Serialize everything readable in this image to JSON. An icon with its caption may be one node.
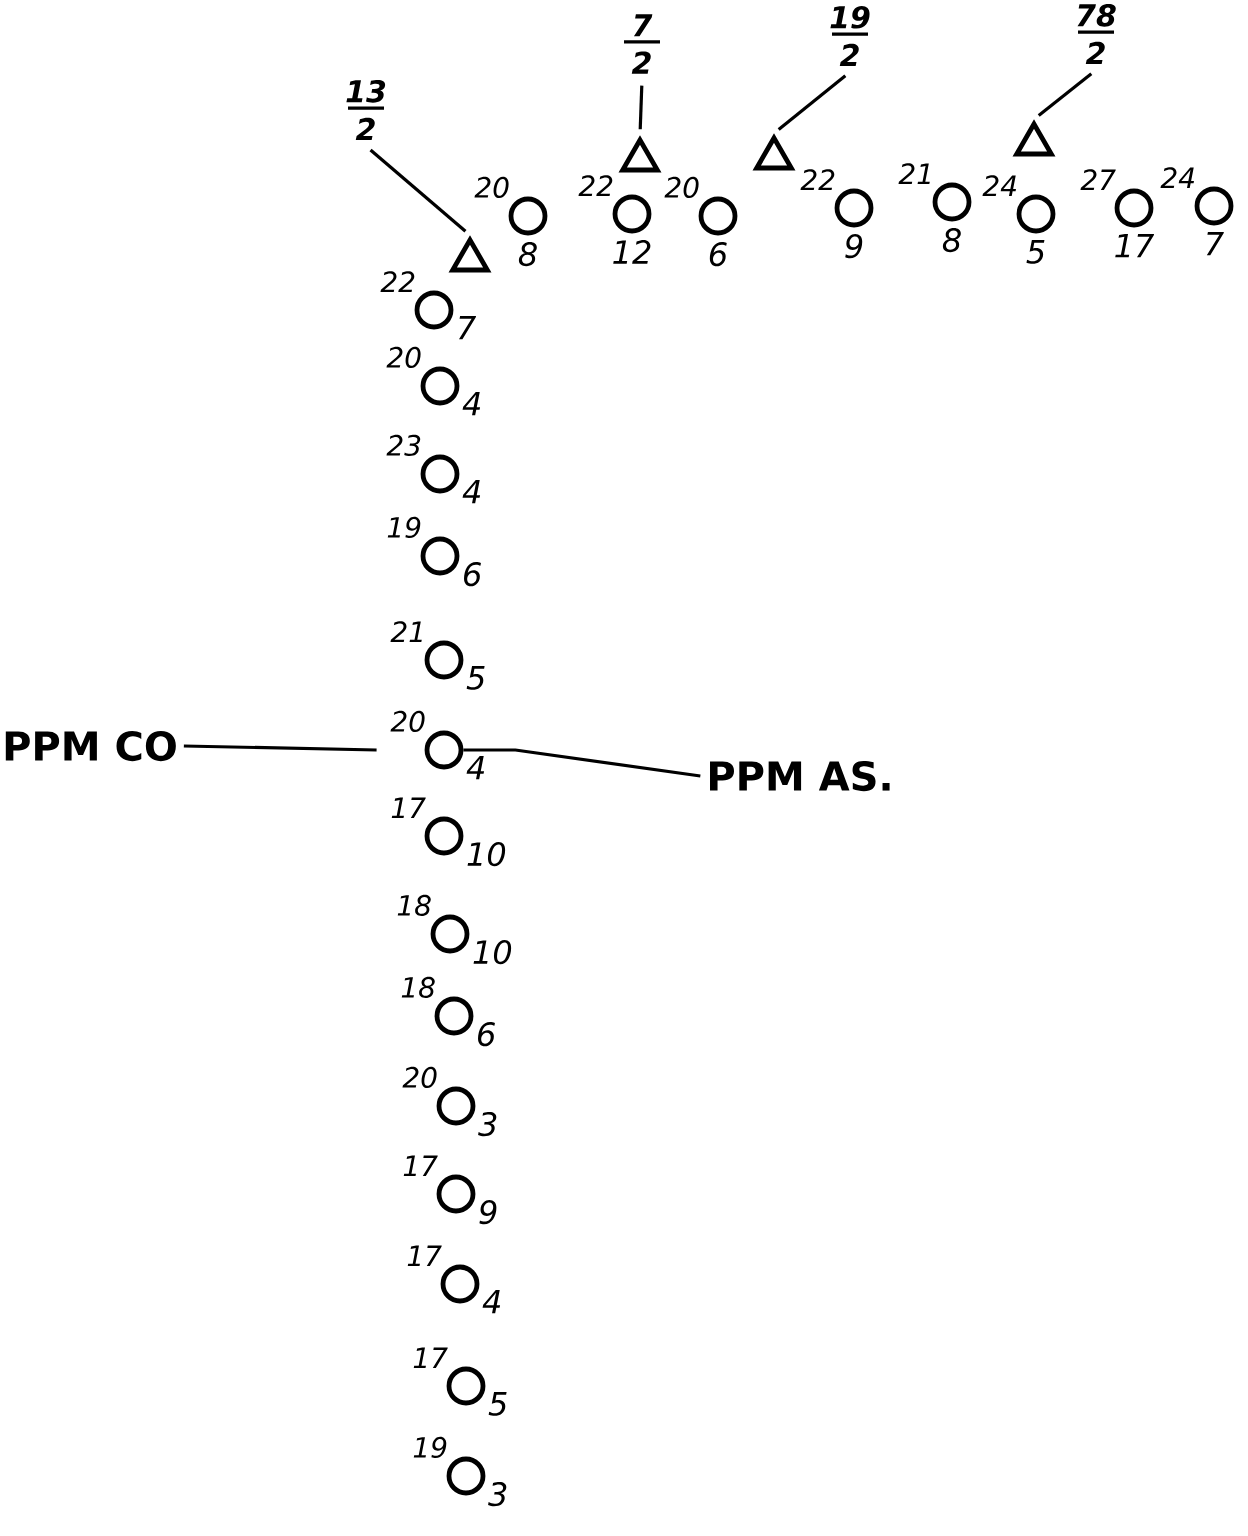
{
  "diagram": {
    "nodes": [
      {
        "text": [
          "13",
          "2"
        ]
      },
      {
        "text": [
          "7",
          "2"
        ]
      },
      {
        "text": [
          "19",
          "2"
        ]
      },
      {
        "text": [
          "78",
          "2"
        ]
      },
      {
        "text": [],
        "shape": "triangle"
      },
      {
        "text": [],
        "shape": "triangle"
      },
      {
        "text": [],
        "shape": "triangle"
      },
      {
        "text": [],
        "shape": "triangle"
      },
      {
        "text": [],
        "shape": "circle",
        "beside": [
          "20",
          "8"
        ]
      },
      {
        "text": [],
        "shape": "circle",
        "beside": [
          "22",
          "12"
        ]
      },
      {
        "text": [],
        "shape": "circle",
        "beside": [
          "20",
          "6"
        ]
      },
      {
        "text": [],
        "shape": "circle",
        "beside": [
          "22",
          "9"
        ]
      },
      {
        "text": [],
        "shape": "circle",
        "beside": [
          "21",
          "8"
        ]
      },
      {
        "text": [],
        "shape": "circle",
        "beside": [
          "24",
          "5"
        ]
      },
      {
        "text": [],
        "shape": "circle",
        "beside": [
          "27",
          "17"
        ]
      },
      {
        "text": [],
        "shape": "circle",
        "beside": [
          "24",
          "7"
        ]
      },
      {
        "text": [],
        "shape": "circle",
        "beside": [
          "22",
          "7"
        ]
      },
      {
        "text": [],
        "shape": "circle",
        "beside": [
          "20",
          "4"
        ]
      },
      {
        "text": [],
        "shape": "circle",
        "beside": [
          "23",
          "4"
        ]
      },
      {
        "text": [],
        "shape": "circle",
        "beside": [
          "19",
          "6"
        ]
      },
      {
        "text": [],
        "shape": "circle",
        "beside": [
          "21",
          "5"
        ]
      },
      {
        "text": [],
        "shape": "circle",
        "beside": [
          "20",
          "4"
        ]
      },
      {
        "text": [],
        "shape": "circle",
        "beside": [
          "17",
          "10"
        ]
      },
      {
        "text": [],
        "shape": "circle",
        "beside": [
          "18",
          "10"
        ]
      },
      {
        "text": [],
        "shape": "circle",
        "beside": [
          "18",
          "6"
        ]
      },
      {
        "text": [],
        "shape": "circle",
        "beside": [
          "20",
          "3"
        ]
      },
      {
        "text": [],
        "shape": "circle",
        "beside": [
          "17",
          "9"
        ]
      },
      {
        "text": [],
        "shape": "circle",
        "beside": [
          "17",
          "4"
        ]
      },
      {
        "text": [],
        "shape": "circle",
        "beside": [
          "17",
          "5"
        ]
      },
      {
        "text": [],
        "shape": "circle",
        "beside": [
          "19",
          "3"
        ]
      },
      {
        "text": [
          "PPM CO"
        ]
      },
      {
        "text": [
          "PPM AS."
        ]
      }
    ],
    "edges": [
      {
        "from": 0,
        "to": 4,
        "arrow": "none"
      },
      {
        "from": 1,
        "to": 5,
        "arrow": "none"
      },
      {
        "from": 2,
        "to": 6,
        "arrow": "none"
      },
      {
        "from": 3,
        "to": 7,
        "arrow": "none"
      },
      {
        "from": 30,
        "to": 21,
        "arrow": "none"
      },
      {
        "from": 21,
        "to": 31,
        "arrow": "none"
      }
    ]
  }
}
